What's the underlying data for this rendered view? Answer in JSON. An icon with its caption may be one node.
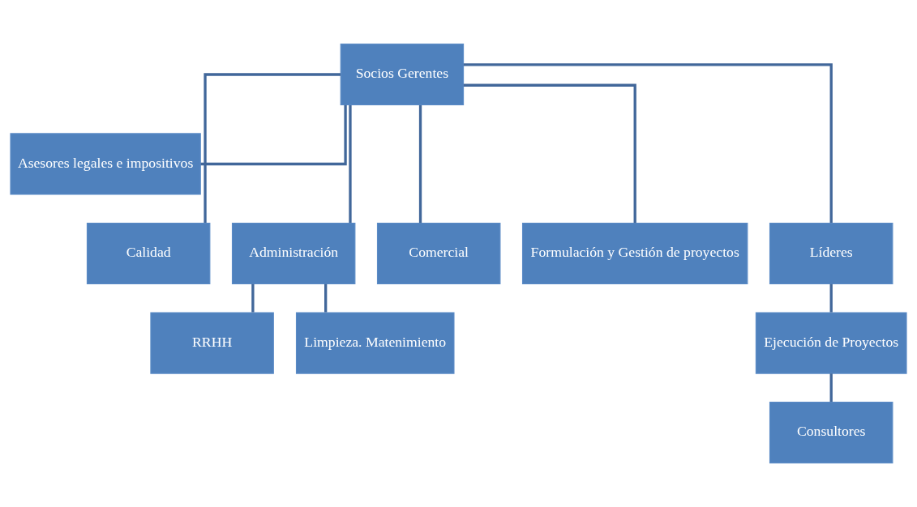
{
  "diagram": {
    "nodes": [
      {
        "text": [
          "Socios Gerentes"
        ]
      },
      {
        "text": [
          "Asesores legales e impositivos"
        ]
      },
      {
        "text": [
          "Calidad"
        ]
      },
      {
        "text": [
          "Administración"
        ]
      },
      {
        "text": [
          "Comercial"
        ]
      },
      {
        "text": [
          "Formulación y Gestión de proyectos"
        ]
      },
      {
        "text": [
          "Líderes"
        ]
      },
      {
        "text": [
          "RRHH"
        ]
      },
      {
        "text": [
          "Limpieza. Matenimiento"
        ]
      },
      {
        "text": [
          "Ejecución de Proyectos"
        ]
      },
      {
        "text": [
          "Consultores"
        ]
      }
    ],
    "edges": [
      {
        "from": 0,
        "to": 1,
        "arrow": "none"
      },
      {
        "from": 0,
        "to": 2,
        "arrow": "none"
      },
      {
        "from": 0,
        "to": 3,
        "arrow": "none"
      },
      {
        "from": 0,
        "to": 4,
        "arrow": "none"
      },
      {
        "from": 0,
        "to": 5,
        "arrow": "none"
      },
      {
        "from": 0,
        "to": 6,
        "arrow": "none"
      },
      {
        "from": 3,
        "to": 7,
        "arrow": "none"
      },
      {
        "from": 3,
        "to": 8,
        "arrow": "none"
      },
      {
        "from": 6,
        "to": 9,
        "arrow": "none"
      },
      {
        "from": 9,
        "to": 10,
        "arrow": "none"
      }
    ]
  }
}
